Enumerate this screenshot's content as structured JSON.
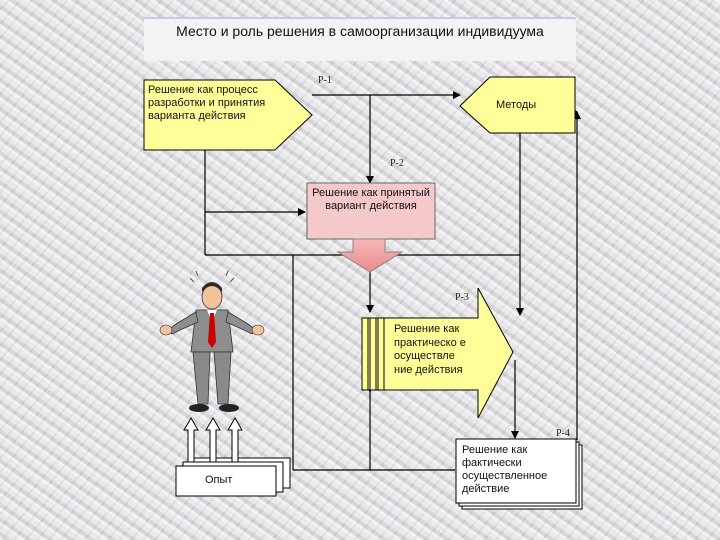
{
  "title": "Место и роль решения в самоорганизации индивидуума",
  "nodes": {
    "process_decision": "Решение как процесс разработки и принятия варианта действия",
    "methods": "Методы",
    "accepted_variant": "Решение как принятый вариант действия",
    "practical_implementation": "Решение как практическо е осуществле ние действия",
    "factual_implementation": "Решение как фактически осуществленное действие",
    "experience": "Опыт"
  },
  "labels": {
    "p1": "Р-1",
    "p2": "Р-2",
    "p3": "Р-3",
    "p4": "Р-4"
  },
  "colors": {
    "yellow_shape": "#ffff99",
    "pink_box": "#f5c9c9",
    "arrow_fill": "#f0a0a0",
    "white_box": "#ffffff",
    "line": "#000000"
  }
}
